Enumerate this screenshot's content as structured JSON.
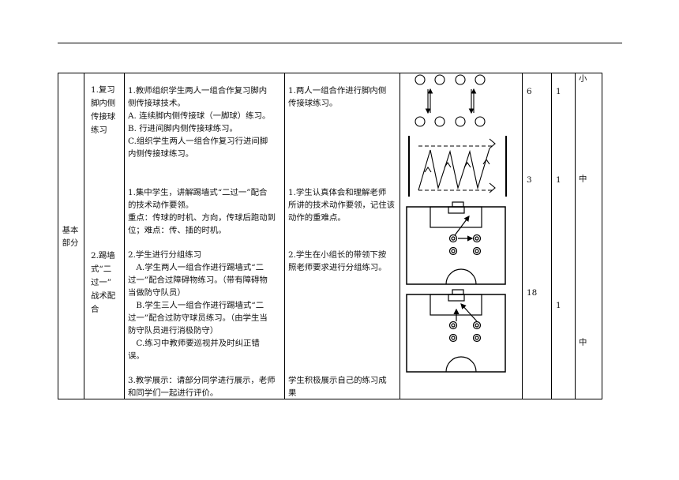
{
  "section_label": [
    "基本",
    "部分"
  ],
  "topics": {
    "topic1": [
      "1.复习",
      "脚内侧",
      "传接球",
      "练习"
    ],
    "topic2": [
      "2.踢墙",
      "式“二",
      "过一”",
      "战术配",
      "合"
    ]
  },
  "teacher": {
    "block1": [
      "1.教师组织学生两人一组合作复习脚内",
      "侧传接球技术。",
      "A. 连续脚内侧传接球（一脚球）练习。",
      "B. 行进间脚内侧传接球练习。",
      "C.组织学生两人一组合作复习行进间脚",
      "内侧传接球练习。"
    ],
    "block2": [
      "1.集中学生，讲解踢墙式“二过一”配合",
      "的技术动作要领。",
      "重点：传球的时机、方向，传球后跑动到",
      "位；难点：传、插的时机。"
    ],
    "block3": [
      "2.学生进行分组练习",
      "　A.学生两人一组合作进行踢墙式“二",
      "过一”配合过障碍物练习。（带有障碍物",
      "当做防守队员）",
      "　B.学生三人一组合作进行踢墙式“二",
      "过一”配合过防守球员练习。（由学生当",
      "防守队员进行消极防守）",
      "　C.练习中教师要巡视并及时纠正错",
      "误。"
    ],
    "block4": [
      "3.教学展示：请部分同学进行展示，老师",
      "和同学们一起进行评价。"
    ]
  },
  "student": {
    "block1": [
      "1.两人一组合作进行脚内侧",
      "传接球练习。"
    ],
    "block2": [
      "1.学生认真体会和理解老师",
      "所讲的技术动作要领，记住该",
      "动作的重难点。"
    ],
    "block3": [
      "2.学生在小组长的带领下按",
      "照老师要求进行分组练习。"
    ],
    "block4": [
      "学生积极展示自己的练习成",
      "果"
    ]
  },
  "time_col": [
    "6",
    "3",
    "18"
  ],
  "count_col": [
    "1",
    "1",
    "1"
  ],
  "intensity_col": [
    "小",
    "中",
    "中"
  ]
}
